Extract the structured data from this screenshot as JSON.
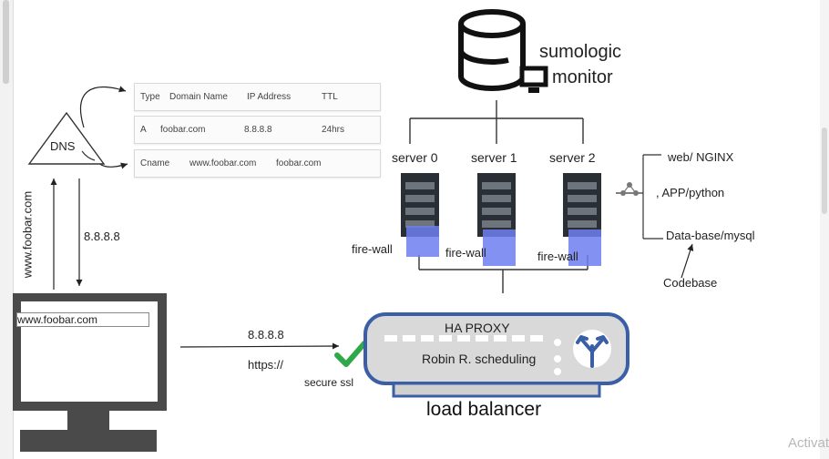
{
  "dns": {
    "label": "DNS",
    "table": {
      "header": [
        "Type",
        "Domain Name",
        "IP Address",
        "TTL"
      ],
      "rows": [
        [
          "A",
          "foobar.com",
          "8.8.8.8",
          "24hrs"
        ],
        [
          "Cname",
          "www.foobar.com",
          "foobar.com"
        ]
      ]
    },
    "query_label": "www.foobar.com",
    "response_label": "8.8.8.8"
  },
  "client": {
    "address_bar": "www.foobar.com",
    "request_ip": "8.8.8.8",
    "protocol": "https://",
    "ssl_label": "secure ssl"
  },
  "monitor": {
    "line1": "sumologic",
    "line2": "monitor"
  },
  "servers": [
    {
      "name": "server 0",
      "firewall": "fire-wall"
    },
    {
      "name": "server 1",
      "firewall": "fire-wall"
    },
    {
      "name": "server 2",
      "firewall": "fire-wall"
    }
  ],
  "stack": {
    "items": [
      "web/ NGINX",
      ", APP/python",
      "Data-base/mysql"
    ],
    "codebase": "Codebase"
  },
  "load_balancer": {
    "title": "HA PROXY",
    "algorithm": "Robin R. scheduling",
    "caption": "load balancer"
  },
  "watermark": "Activat",
  "colors": {
    "server_dark": "#2a2f36",
    "server_slot": "#6d747c",
    "firewall_blue": "#6d7ff0",
    "lb_border": "#3a5fa6",
    "lb_body": "#d9d9d9",
    "check_green": "#2fa84a"
  }
}
